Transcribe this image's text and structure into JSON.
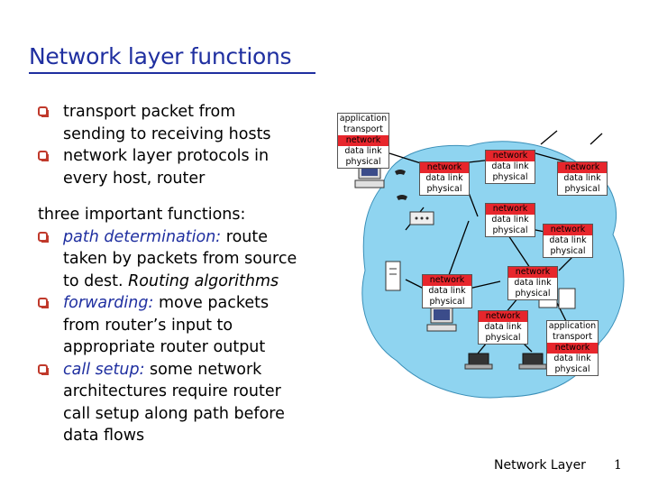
{
  "title": "Network layer functions",
  "bullets_top": [
    {
      "lines": [
        "transport packet from",
        "sending to receiving hosts"
      ]
    },
    {
      "lines": [
        "network layer protocols in",
        "every host, router"
      ]
    }
  ],
  "functions_heading": "three important functions:",
  "functions": [
    {
      "term": "path determination:",
      "text1": " route",
      "lines": [
        "taken by packets from source"
      ],
      "line_a": "to dest. ",
      "italic_tail": "Routing algorithms"
    },
    {
      "term": "forwarding:",
      "text1": " move packets",
      "lines": [
        "from router’s input to",
        "appropriate router output"
      ]
    },
    {
      "term": "call setup:",
      "text1": " some network",
      "lines": [
        "architectures require router",
        "call setup along path before",
        "data flows"
      ]
    }
  ],
  "layers": {
    "application": "application",
    "transport": "transport",
    "network": "network",
    "datalink": "data link",
    "physical": "physical"
  },
  "footer": "Network Layer",
  "page_number": "1",
  "colors": {
    "title": "#1f2fa0",
    "cloud": "#8fd4f0",
    "network_layer": "#e7262c",
    "bullet": "#c0392b"
  }
}
